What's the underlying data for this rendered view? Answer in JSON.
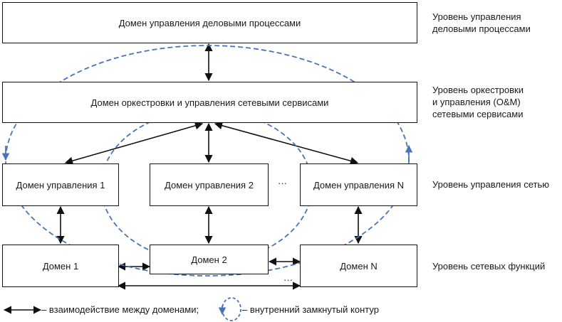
{
  "domains": {
    "business": "Домен управления деловыми процессами",
    "orchestration": "Домен оркестровки и управления сетевыми сервисами",
    "mgmt1": "Домен управления 1",
    "mgmt2": "Домен управления 2",
    "mgmtN": "Домен управления N",
    "net1": "Домен 1",
    "net2": "Домен 2",
    "netN": "Домен N"
  },
  "ellipsis": "···",
  "levels": {
    "business": [
      "Уровень управления",
      "деловыми процессами"
    ],
    "orchestration": [
      "Уровень оркестровки",
      "и управления (O&M)",
      "сетевыми сервисами"
    ],
    "network_mgmt": [
      "Уровень управления сетью"
    ],
    "network_functions": [
      "Уровень сетевых функций"
    ]
  },
  "legend": {
    "interaction": "– взаимодействие между доменами;",
    "loop": "– внутренний замкнутый контур"
  },
  "colors": {
    "loop": "#4a73b8",
    "line": "#111111"
  }
}
